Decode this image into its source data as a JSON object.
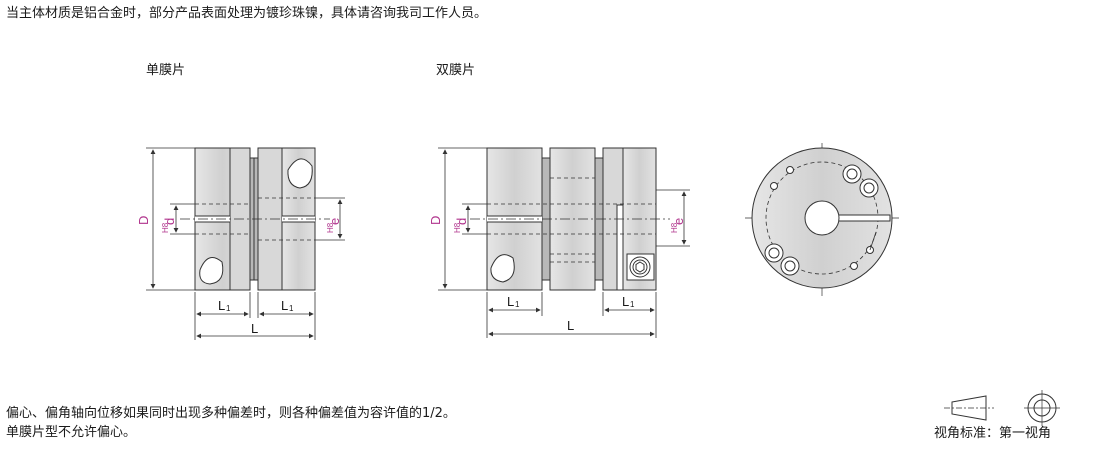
{
  "notes": {
    "top": "当主体材质是铝合金时，部分产品表面处理为镀珍珠镍，具体请咨询我司工作人员。",
    "bottom_1": "偏心、偏角轴向位移如果同时出现多种偏差时，则各种偏差值为容许值的1/2。",
    "bottom_2": "单膜片型不允许偏心。"
  },
  "figures": {
    "single_label": "单膜片",
    "double_label": "双膜片"
  },
  "dims": {
    "D": "D",
    "d": "d",
    "e": "e",
    "H8": "H8",
    "L": "L",
    "L1_main": "L",
    "L1_sub": "1"
  },
  "projection": {
    "label": "视角标准：第一视角"
  },
  "colors": {
    "line": "#333333",
    "shade": "#cfcfcf",
    "dim_accent": "#b0338c"
  }
}
